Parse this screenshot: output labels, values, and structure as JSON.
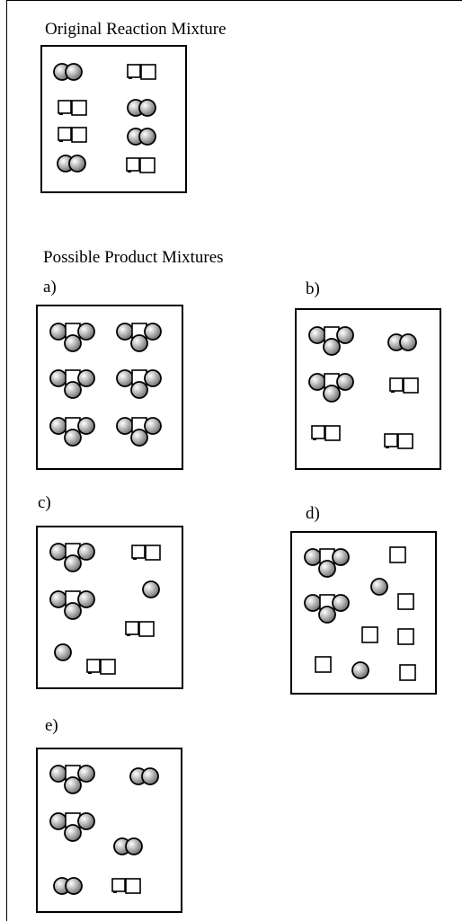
{
  "original": {
    "heading": "Original Reaction Mixture"
  },
  "products": {
    "heading": "Possible Product Mixtures",
    "options": [
      {
        "label": "a)"
      },
      {
        "label": "b)"
      },
      {
        "label": "c)"
      },
      {
        "label": "d)"
      },
      {
        "label": "e)"
      }
    ]
  },
  "legend_colors": {
    "sphere_fill": "#b0b0b0",
    "square_fill": "#ffffff",
    "outline": "#000000"
  }
}
